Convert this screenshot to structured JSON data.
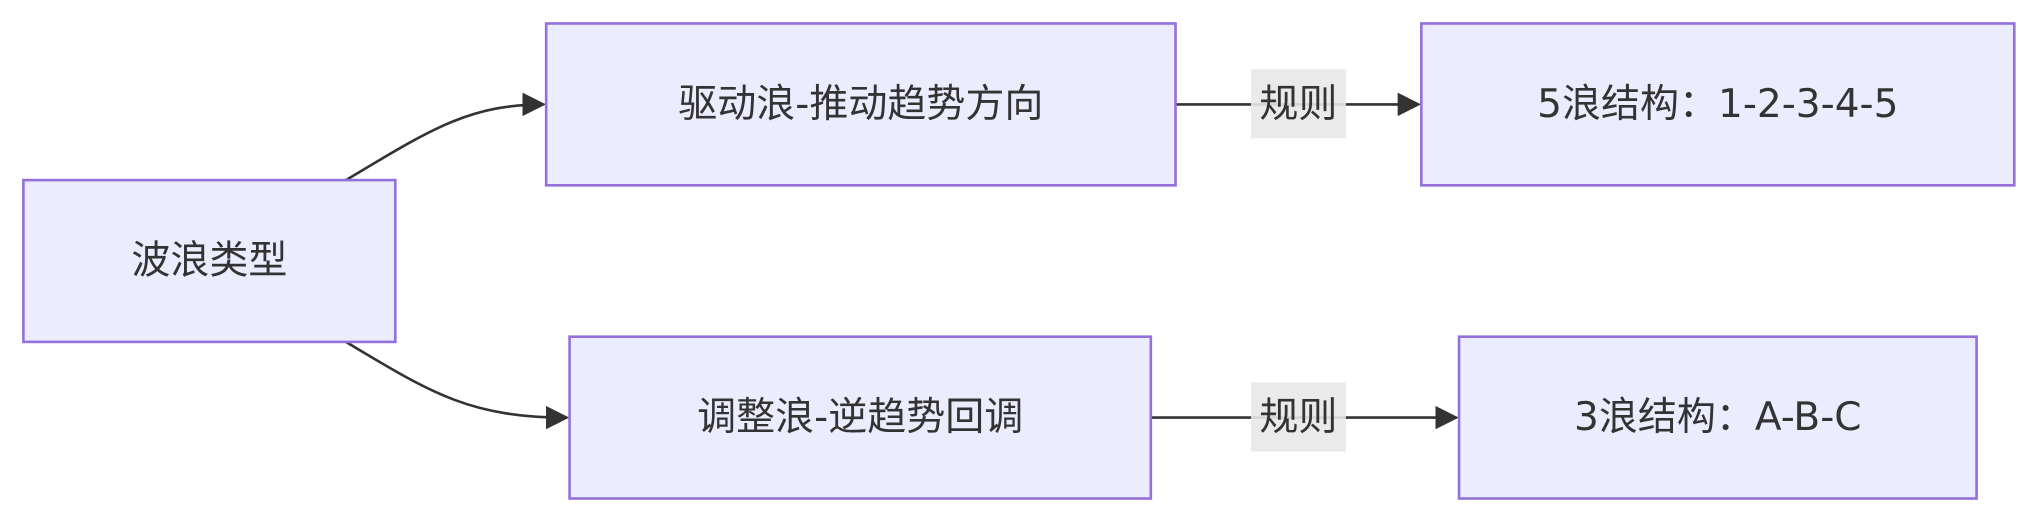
{
  "colors": {
    "node_fill": "#ECECFF",
    "node_stroke": "#9370DB",
    "edge": "#333333",
    "label_bg": "#e8e8e8"
  },
  "nodes": {
    "root": "波浪类型",
    "impulse": "驱动浪-推动趋势方向",
    "impulse_structure": "5浪结构：1-2-3-4-5",
    "corrective": "调整浪-逆趋势回调",
    "corrective_structure": "3浪结构：A-B-C"
  },
  "edges": {
    "impulse_label": "规则",
    "corrective_label": "规则"
  }
}
